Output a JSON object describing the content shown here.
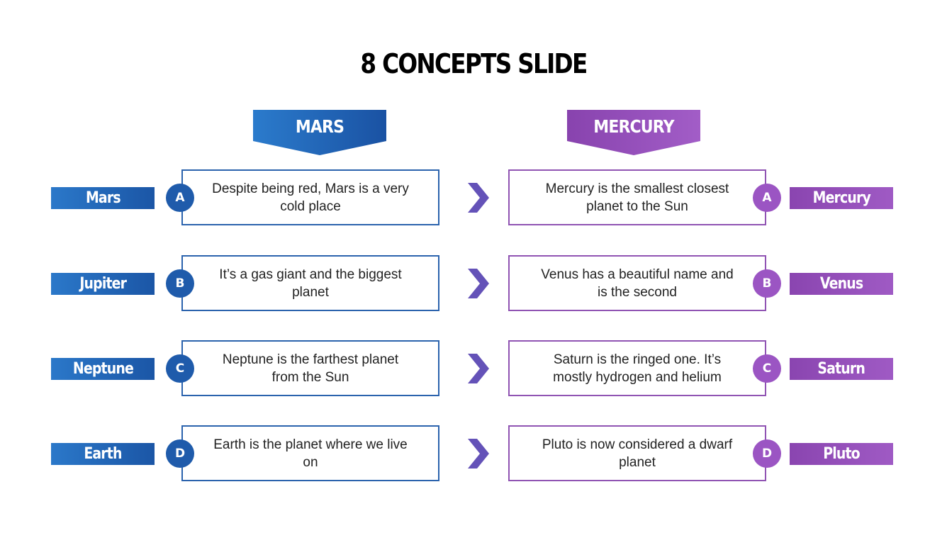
{
  "title": "8 CONCEPTS SLIDE",
  "colors": {
    "blue": "#1f5bab",
    "purple": "#9b55c3",
    "chevron": "#6452b8"
  },
  "left": {
    "header": "MARS",
    "rows": [
      {
        "tag": "Mars",
        "letter": "A",
        "text": "Despite being red, Mars is a very cold place"
      },
      {
        "tag": "Jupiter",
        "letter": "B",
        "text": "It’s a gas giant and the biggest planet"
      },
      {
        "tag": "Neptune",
        "letter": "C",
        "text": "Neptune is the farthest planet from the Sun"
      },
      {
        "tag": "Earth",
        "letter": "D",
        "text": "Earth is the planet where we live on"
      }
    ]
  },
  "right": {
    "header": "MERCURY",
    "rows": [
      {
        "tag": "Mercury",
        "letter": "A",
        "text": "Mercury is the smallest closest planet to the Sun"
      },
      {
        "tag": "Venus",
        "letter": "B",
        "text": "Venus has a beautiful name and is the second"
      },
      {
        "tag": "Saturn",
        "letter": "C",
        "text": "Saturn is the ringed one. It’s mostly hydrogen and helium"
      },
      {
        "tag": "Pluto",
        "letter": "D",
        "text": "Pluto is now considered a dwarf planet"
      }
    ]
  }
}
